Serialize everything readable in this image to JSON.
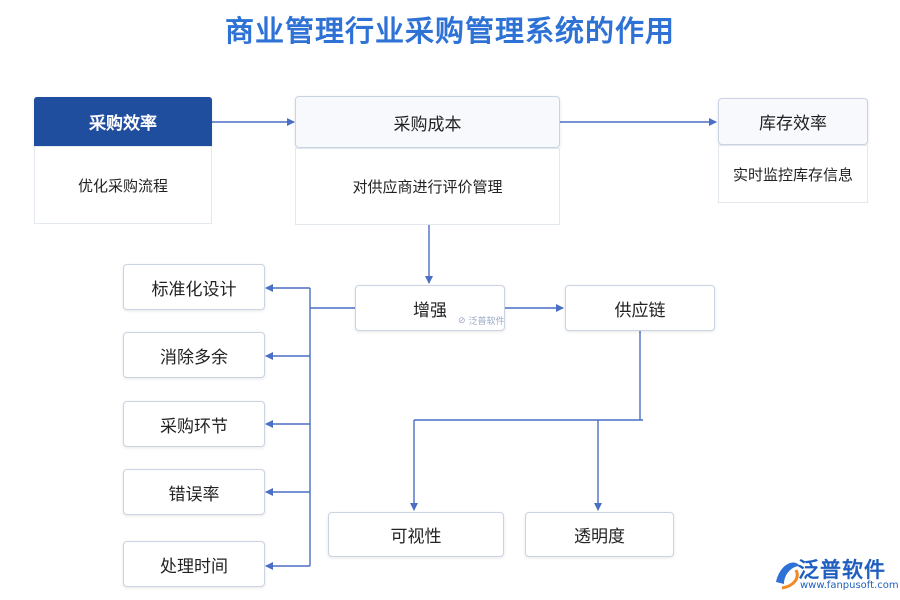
{
  "title": "商业管理行业采购管理系统的作用",
  "nodes": {
    "efficiency": {
      "label": "采购效率",
      "desc": "优化采购流程"
    },
    "cost": {
      "label": "采购成本",
      "desc": "对供应商进行评价管理"
    },
    "inventory": {
      "label": "库存效率",
      "desc": "实时监控库存信息"
    },
    "enhance": "增强",
    "supply_chain": "供应链",
    "standard_design": "标准化设计",
    "eliminate_redundancy": "消除多余",
    "procurement_steps": "采购环节",
    "error_rate": "错误率",
    "processing_time": "处理时间",
    "visibility": "可视性",
    "transparency": "透明度"
  },
  "watermark": "泛普软件",
  "logo": {
    "name": "泛普软件",
    "url": "www.fanpusoft.com"
  },
  "colors": {
    "title": "#2f72d6",
    "accent": "#1f4e9e",
    "line": "#4a6fc4",
    "logo": "#1f5fbf"
  }
}
